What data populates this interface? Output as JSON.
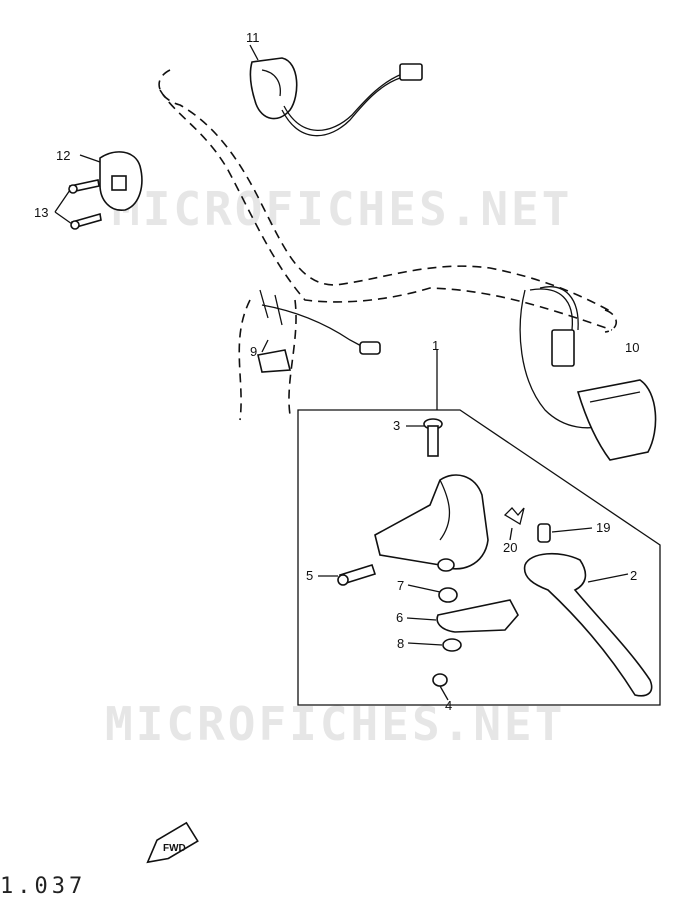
{
  "watermark": "MICROFICHES.NET",
  "page_code": "1.037",
  "fwd_label": "FWD",
  "callouts": {
    "c1": "1",
    "c2": "2",
    "c3": "3",
    "c4": "4",
    "c5": "5",
    "c6": "6",
    "c7": "7",
    "c8": "8",
    "c9": "9",
    "c10": "10",
    "c11": "11",
    "c12": "12",
    "c13": "13",
    "c19": "19",
    "c20": "20"
  }
}
